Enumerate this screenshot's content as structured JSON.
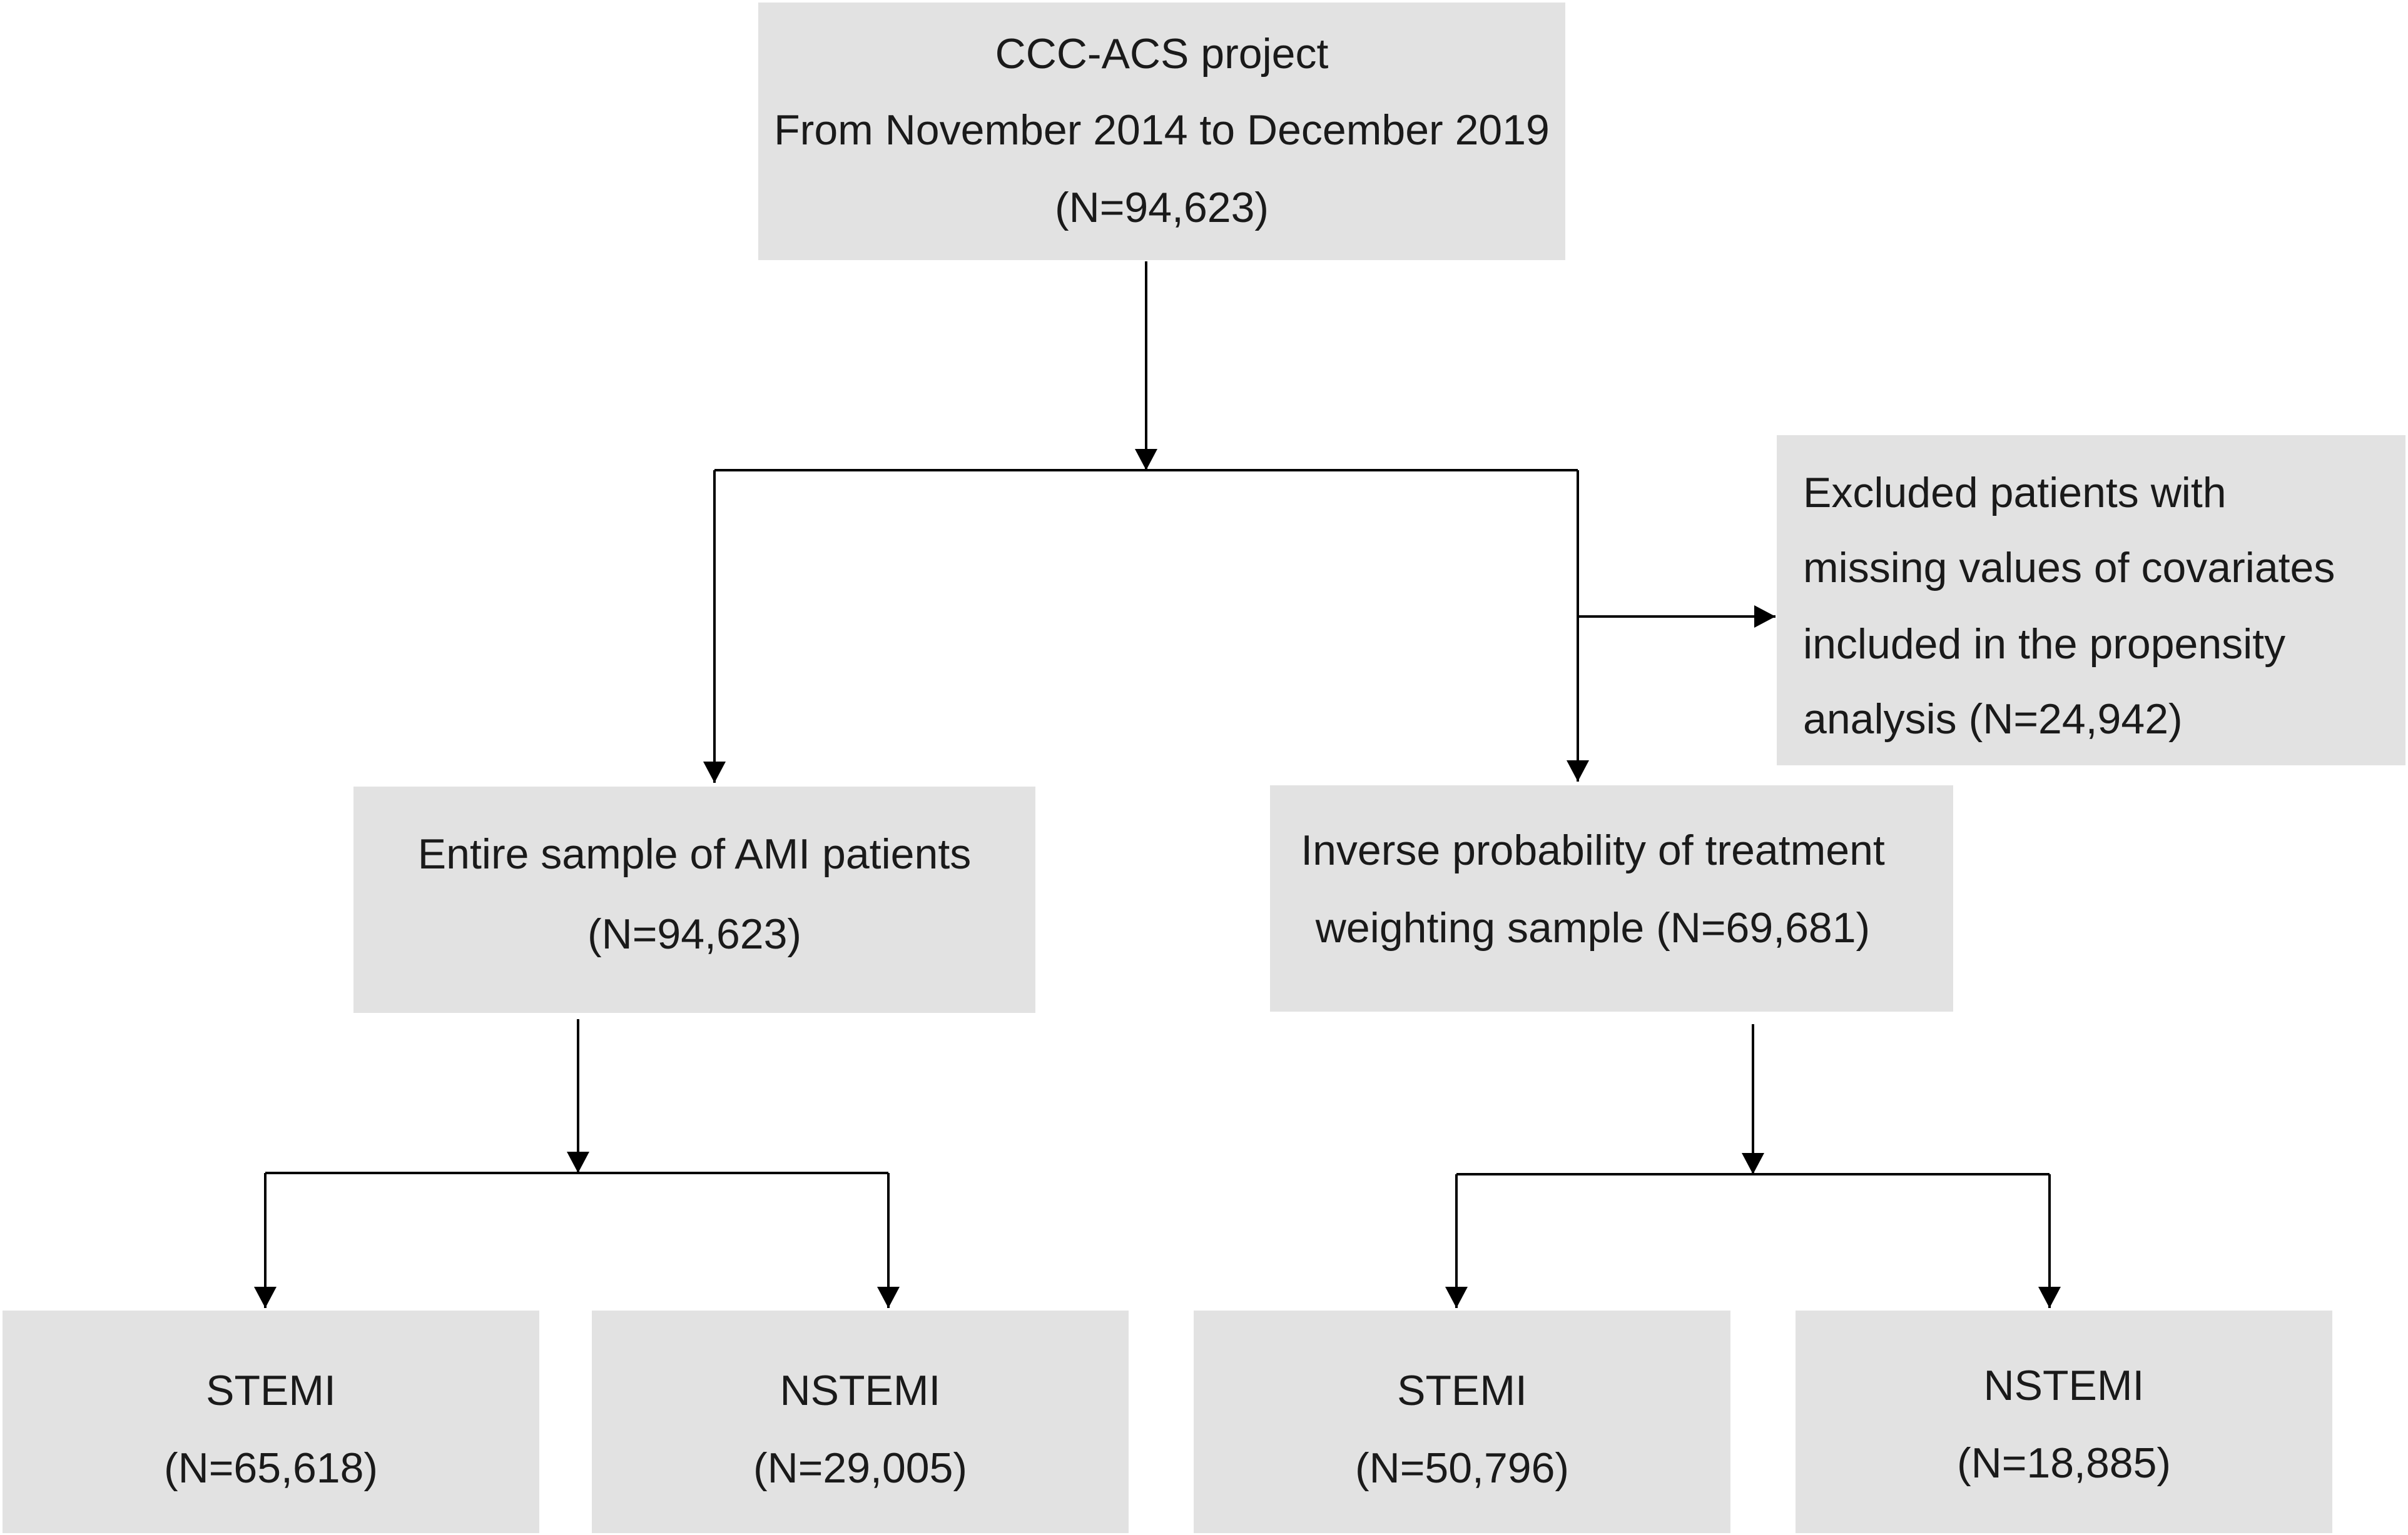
{
  "boxes": {
    "top": {
      "lines": [
        "CCC-ACS project",
        "From November 2014 to December 2019",
        "(N=94,623)"
      ]
    },
    "excluded": {
      "lines": [
        "Excluded patients with",
        "missing values of covariates",
        "included in the propensity",
        "analysis (N=24,942)"
      ]
    },
    "entire": {
      "lines": [
        "Entire sample of AMI patients",
        "(N=94,623)"
      ]
    },
    "iptw": {
      "lines": [
        "Inverse probability of treatment",
        "weighting sample (N=69,681)"
      ]
    },
    "entire_stemi": {
      "lines": [
        "STEMI",
        "(N=65,618)"
      ]
    },
    "entire_nstemi": {
      "lines": [
        "NSTEMI",
        "(N=29,005)"
      ]
    },
    "iptw_stemi": {
      "lines": [
        "STEMI",
        "(N=50,796)"
      ]
    },
    "iptw_nstemi": {
      "lines": [
        "NSTEMI",
        "(N=18,885)"
      ]
    }
  }
}
